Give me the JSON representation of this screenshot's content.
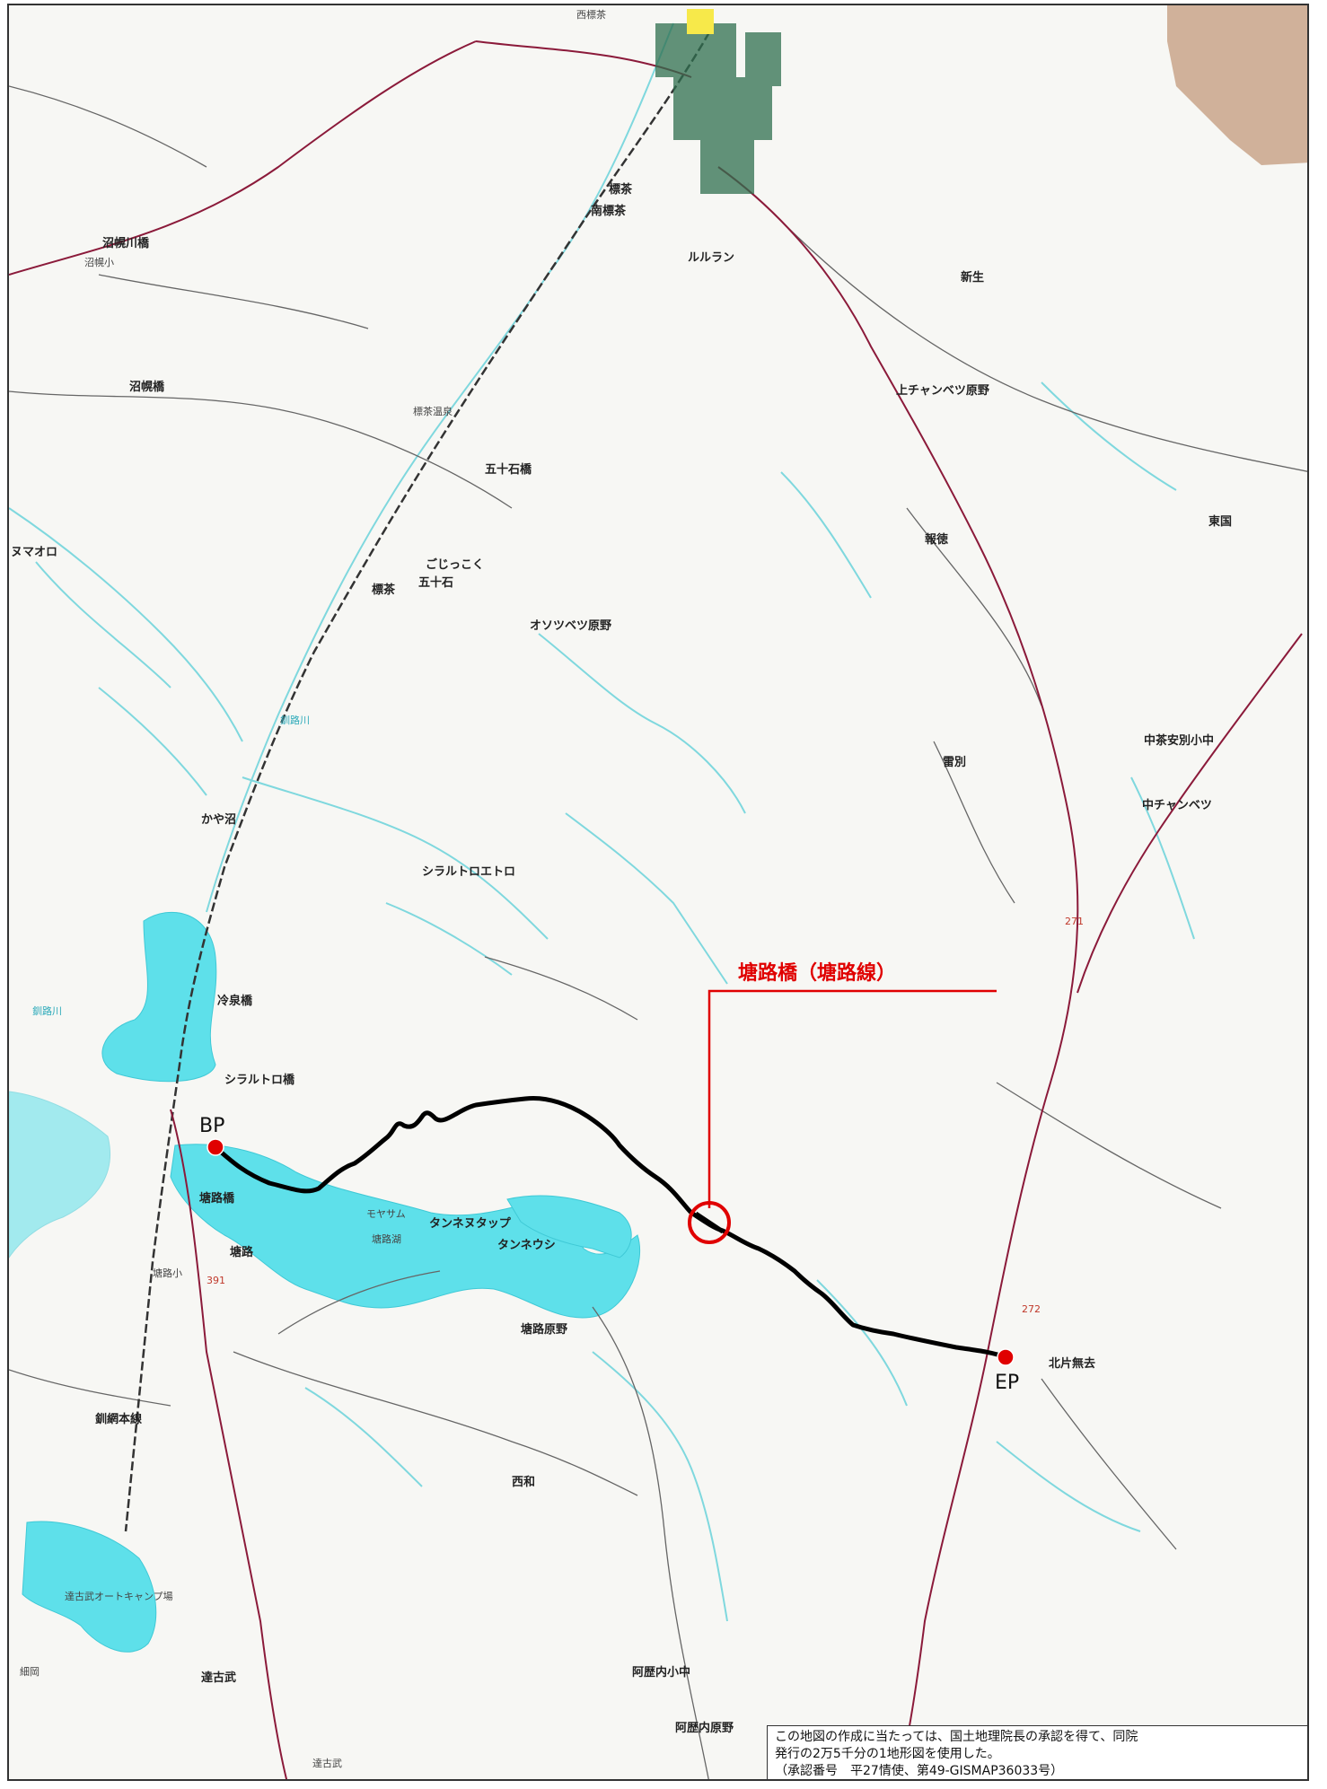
{
  "map": {
    "colors": {
      "background": "#f7f7f4",
      "water_fill": "#5ee0ea",
      "river": "#7fd8de",
      "road_national": "#8b1a3a",
      "road_minor": "#555555",
      "route_line": "#000000",
      "highlight": "#e00000",
      "urban": "#2f6f4f",
      "terrain_patch": "#c9a489"
    },
    "markers": {
      "bp": "BP",
      "ep": "EP"
    },
    "callout": "塘路橋（塘路線）",
    "place_labels": [
      {
        "id": "nishi-shibecha",
        "text": "西標茶",
        "cls": "small"
      },
      {
        "id": "shibecha",
        "text": "標茶",
        "cls": ""
      },
      {
        "id": "minami-shibecha",
        "text": "南標茶",
        "cls": ""
      },
      {
        "id": "numahorokawa-bridge",
        "text": "沼幌川橋",
        "cls": ""
      },
      {
        "id": "numahoro-sho",
        "text": "沼幌小",
        "cls": "small"
      },
      {
        "id": "numahoro-bridge",
        "text": "沼幌橋",
        "cls": ""
      },
      {
        "id": "shibecha-onsen",
        "text": "標茶温泉",
        "cls": "small"
      },
      {
        "id": "gojikkoku-bridge",
        "text": "五十石橋",
        "cls": ""
      },
      {
        "id": "gojikkoku",
        "text": "五十石",
        "cls": ""
      },
      {
        "id": "gojikkoku-kana",
        "text": "ごじっこく",
        "cls": ""
      },
      {
        "id": "shibecha-2",
        "text": "標茶",
        "cls": ""
      },
      {
        "id": "osotsubetsu",
        "text": "オソツベツ原野",
        "cls": ""
      },
      {
        "id": "kayanuma",
        "text": "かや沼",
        "cls": ""
      },
      {
        "id": "shirarutoroetoro",
        "text": "シラルトロエトロ",
        "cls": ""
      },
      {
        "id": "reisen-bridge",
        "text": "冷泉橋",
        "cls": ""
      },
      {
        "id": "shirarutoro-bridge",
        "text": "シラルトロ橋",
        "cls": ""
      },
      {
        "id": "toro-bridge",
        "text": "塘路橋",
        "cls": ""
      },
      {
        "id": "moyasamu",
        "text": "モヤサム",
        "cls": "small"
      },
      {
        "id": "toro-lake",
        "text": "塘路湖",
        "cls": "small"
      },
      {
        "id": "tannenutappu",
        "text": "タンネヌタップ",
        "cls": ""
      },
      {
        "id": "tanneushi",
        "text": "タンネウシ",
        "cls": ""
      },
      {
        "id": "toro-genya",
        "text": "塘路原野",
        "cls": ""
      },
      {
        "id": "toro-sho",
        "text": "塘路小",
        "cls": "small"
      },
      {
        "id": "toro",
        "text": "塘路",
        "cls": ""
      },
      {
        "id": "senmo-line",
        "text": "釧網本線",
        "cls": ""
      },
      {
        "id": "nishiwa",
        "text": "西和",
        "cls": ""
      },
      {
        "id": "tokotan-camp",
        "text": "達古武オートキャンプ場",
        "cls": "small"
      },
      {
        "id": "hosooka",
        "text": "細岡",
        "cls": "small"
      },
      {
        "id": "tokotan",
        "text": "達古武",
        "cls": ""
      },
      {
        "id": "tokotan-2",
        "text": "達古武",
        "cls": "small"
      },
      {
        "id": "akan-genya",
        "text": "阿歴内原野",
        "cls": ""
      },
      {
        "id": "akan-sho",
        "text": "阿歴内小中",
        "cls": ""
      },
      {
        "id": "kitakatamusari",
        "text": "北片無去",
        "cls": ""
      },
      {
        "id": "raibetsu",
        "text": "雷別",
        "cls": ""
      },
      {
        "id": "naka-chanbetsu",
        "text": "中チャンベツ",
        "cls": ""
      },
      {
        "id": "naka-chanbetsu-sho",
        "text": "中茶安別小中",
        "cls": ""
      },
      {
        "id": "tobetsu",
        "text": "東国",
        "cls": ""
      },
      {
        "id": "houyo",
        "text": "報徳",
        "cls": ""
      },
      {
        "id": "kami-chanbetsu",
        "text": "上チャンベツ原野",
        "cls": ""
      },
      {
        "id": "shinsei",
        "text": "新生",
        "cls": ""
      },
      {
        "id": "nurururan",
        "text": "ルルラン",
        "cls": ""
      },
      {
        "id": "numaoro",
        "text": "ヌマオロ",
        "cls": ""
      },
      {
        "id": "kushiro-river",
        "text": "釧路川",
        "cls": "water"
      },
      {
        "id": "kushiro-river-2",
        "text": "釧路川",
        "cls": "water"
      },
      {
        "id": "route-271",
        "text": "271",
        "cls": "route"
      },
      {
        "id": "route-272",
        "text": "272",
        "cls": "route"
      },
      {
        "id": "route-391",
        "text": "391",
        "cls": "route"
      }
    ],
    "copyright": {
      "line1": "この地図の作成に当たっては、国土地理院長の承認を得て、同院",
      "line2": "発行の2万5千分の1地形図を使用した。",
      "line3": "（承認番号　平27情使、第49-GISMAP36033号）"
    }
  }
}
